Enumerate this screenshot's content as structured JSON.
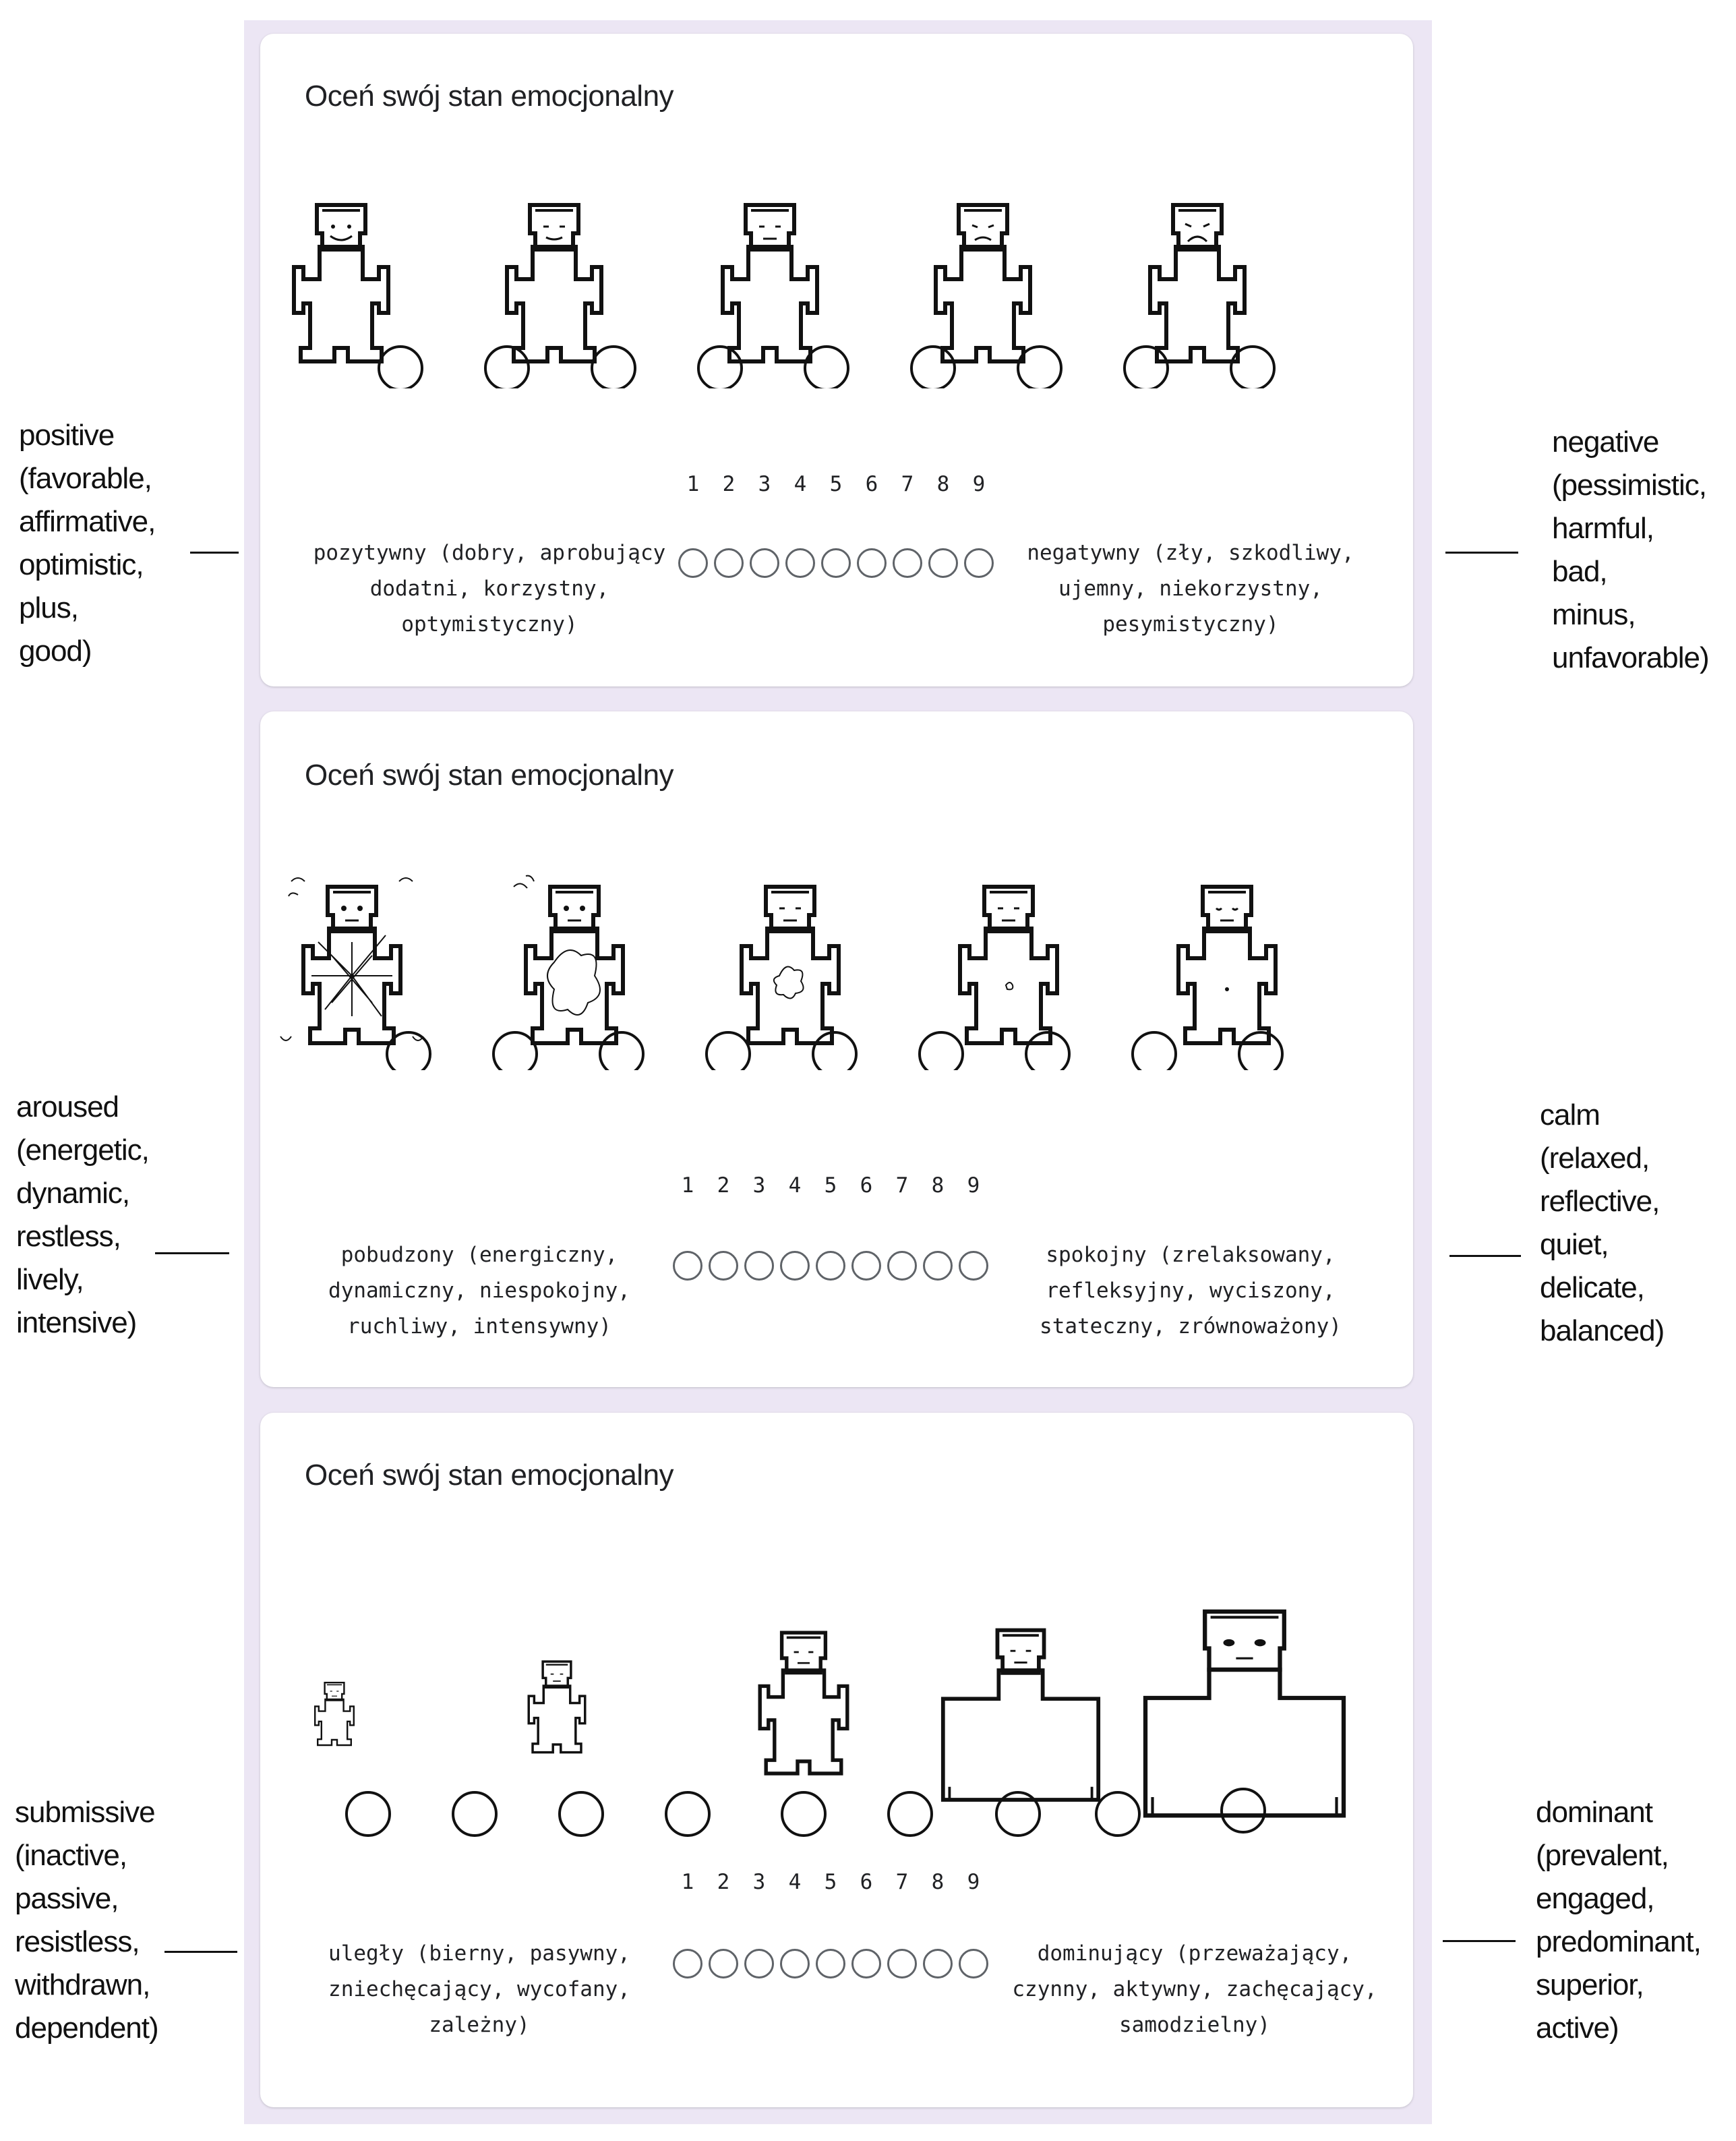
{
  "questions": [
    {
      "title": "Oceń swój stan emocjonalny",
      "dimension": "valence",
      "scale_numbers": [
        "1",
        "2",
        "3",
        "4",
        "5",
        "6",
        "7",
        "8",
        "9"
      ],
      "left_label": [
        "pozytywny (dobry, aprobujący",
        "dodatni, korzystny,",
        "optymistyczny)"
      ],
      "right_label": [
        "negatywny (zły, szkodliwy,",
        "ujemny, niekorzystny,",
        "pesymistyczny)"
      ]
    },
    {
      "title": "Oceń swój stan emocjonalny",
      "dimension": "arousal",
      "scale_numbers": [
        "1",
        "2",
        "3",
        "4",
        "5",
        "6",
        "7",
        "8",
        "9"
      ],
      "left_label": [
        "pobudzony (energiczny,",
        "dynamiczny, niespokojny,",
        "ruchliwy, intensywny)"
      ],
      "right_label": [
        "spokojny (zrelaksowany,",
        "refleksyjny, wyciszony,",
        "stateczny, zrównoważony)"
      ]
    },
    {
      "title": "Oceń swój stan emocjonalny",
      "dimension": "dominance",
      "scale_numbers": [
        "1",
        "2",
        "3",
        "4",
        "5",
        "6",
        "7",
        "8",
        "9"
      ],
      "left_label": [
        "uległy (bierny, pasywny,",
        "zniechęcający, wycofany,",
        "zależny)"
      ],
      "right_label": [
        "dominujący (przeważający,",
        "czynny, aktywny, zachęcający,",
        "samodzielny)"
      ]
    }
  ],
  "annotations": {
    "left": [
      [
        "positive",
        "(favorable,",
        "affirmative,",
        "optimistic,",
        "plus,",
        "good)"
      ],
      [
        "aroused",
        "(energetic,",
        "dynamic,",
        "restless,",
        "lively,",
        "intensive)"
      ],
      [
        "submissive",
        "(inactive,",
        "passive,",
        "resistless,",
        "withdrawn,",
        "dependent)"
      ]
    ],
    "right": [
      [
        "negative",
        "(pessimistic,",
        "harmful,",
        "bad,",
        "minus,",
        "unfavorable)"
      ],
      [
        "calm",
        "(relaxed,",
        "reflective,",
        "quiet,",
        "delicate,",
        "balanced)"
      ],
      [
        "dominant",
        "(prevalent,",
        "engaged,",
        "predominant,",
        "superior,",
        "active)"
      ]
    ]
  },
  "colors": {
    "background_strip": "#ece6f4",
    "card": "#ffffff",
    "radio_border": "#5f6368",
    "text": "#202124"
  }
}
